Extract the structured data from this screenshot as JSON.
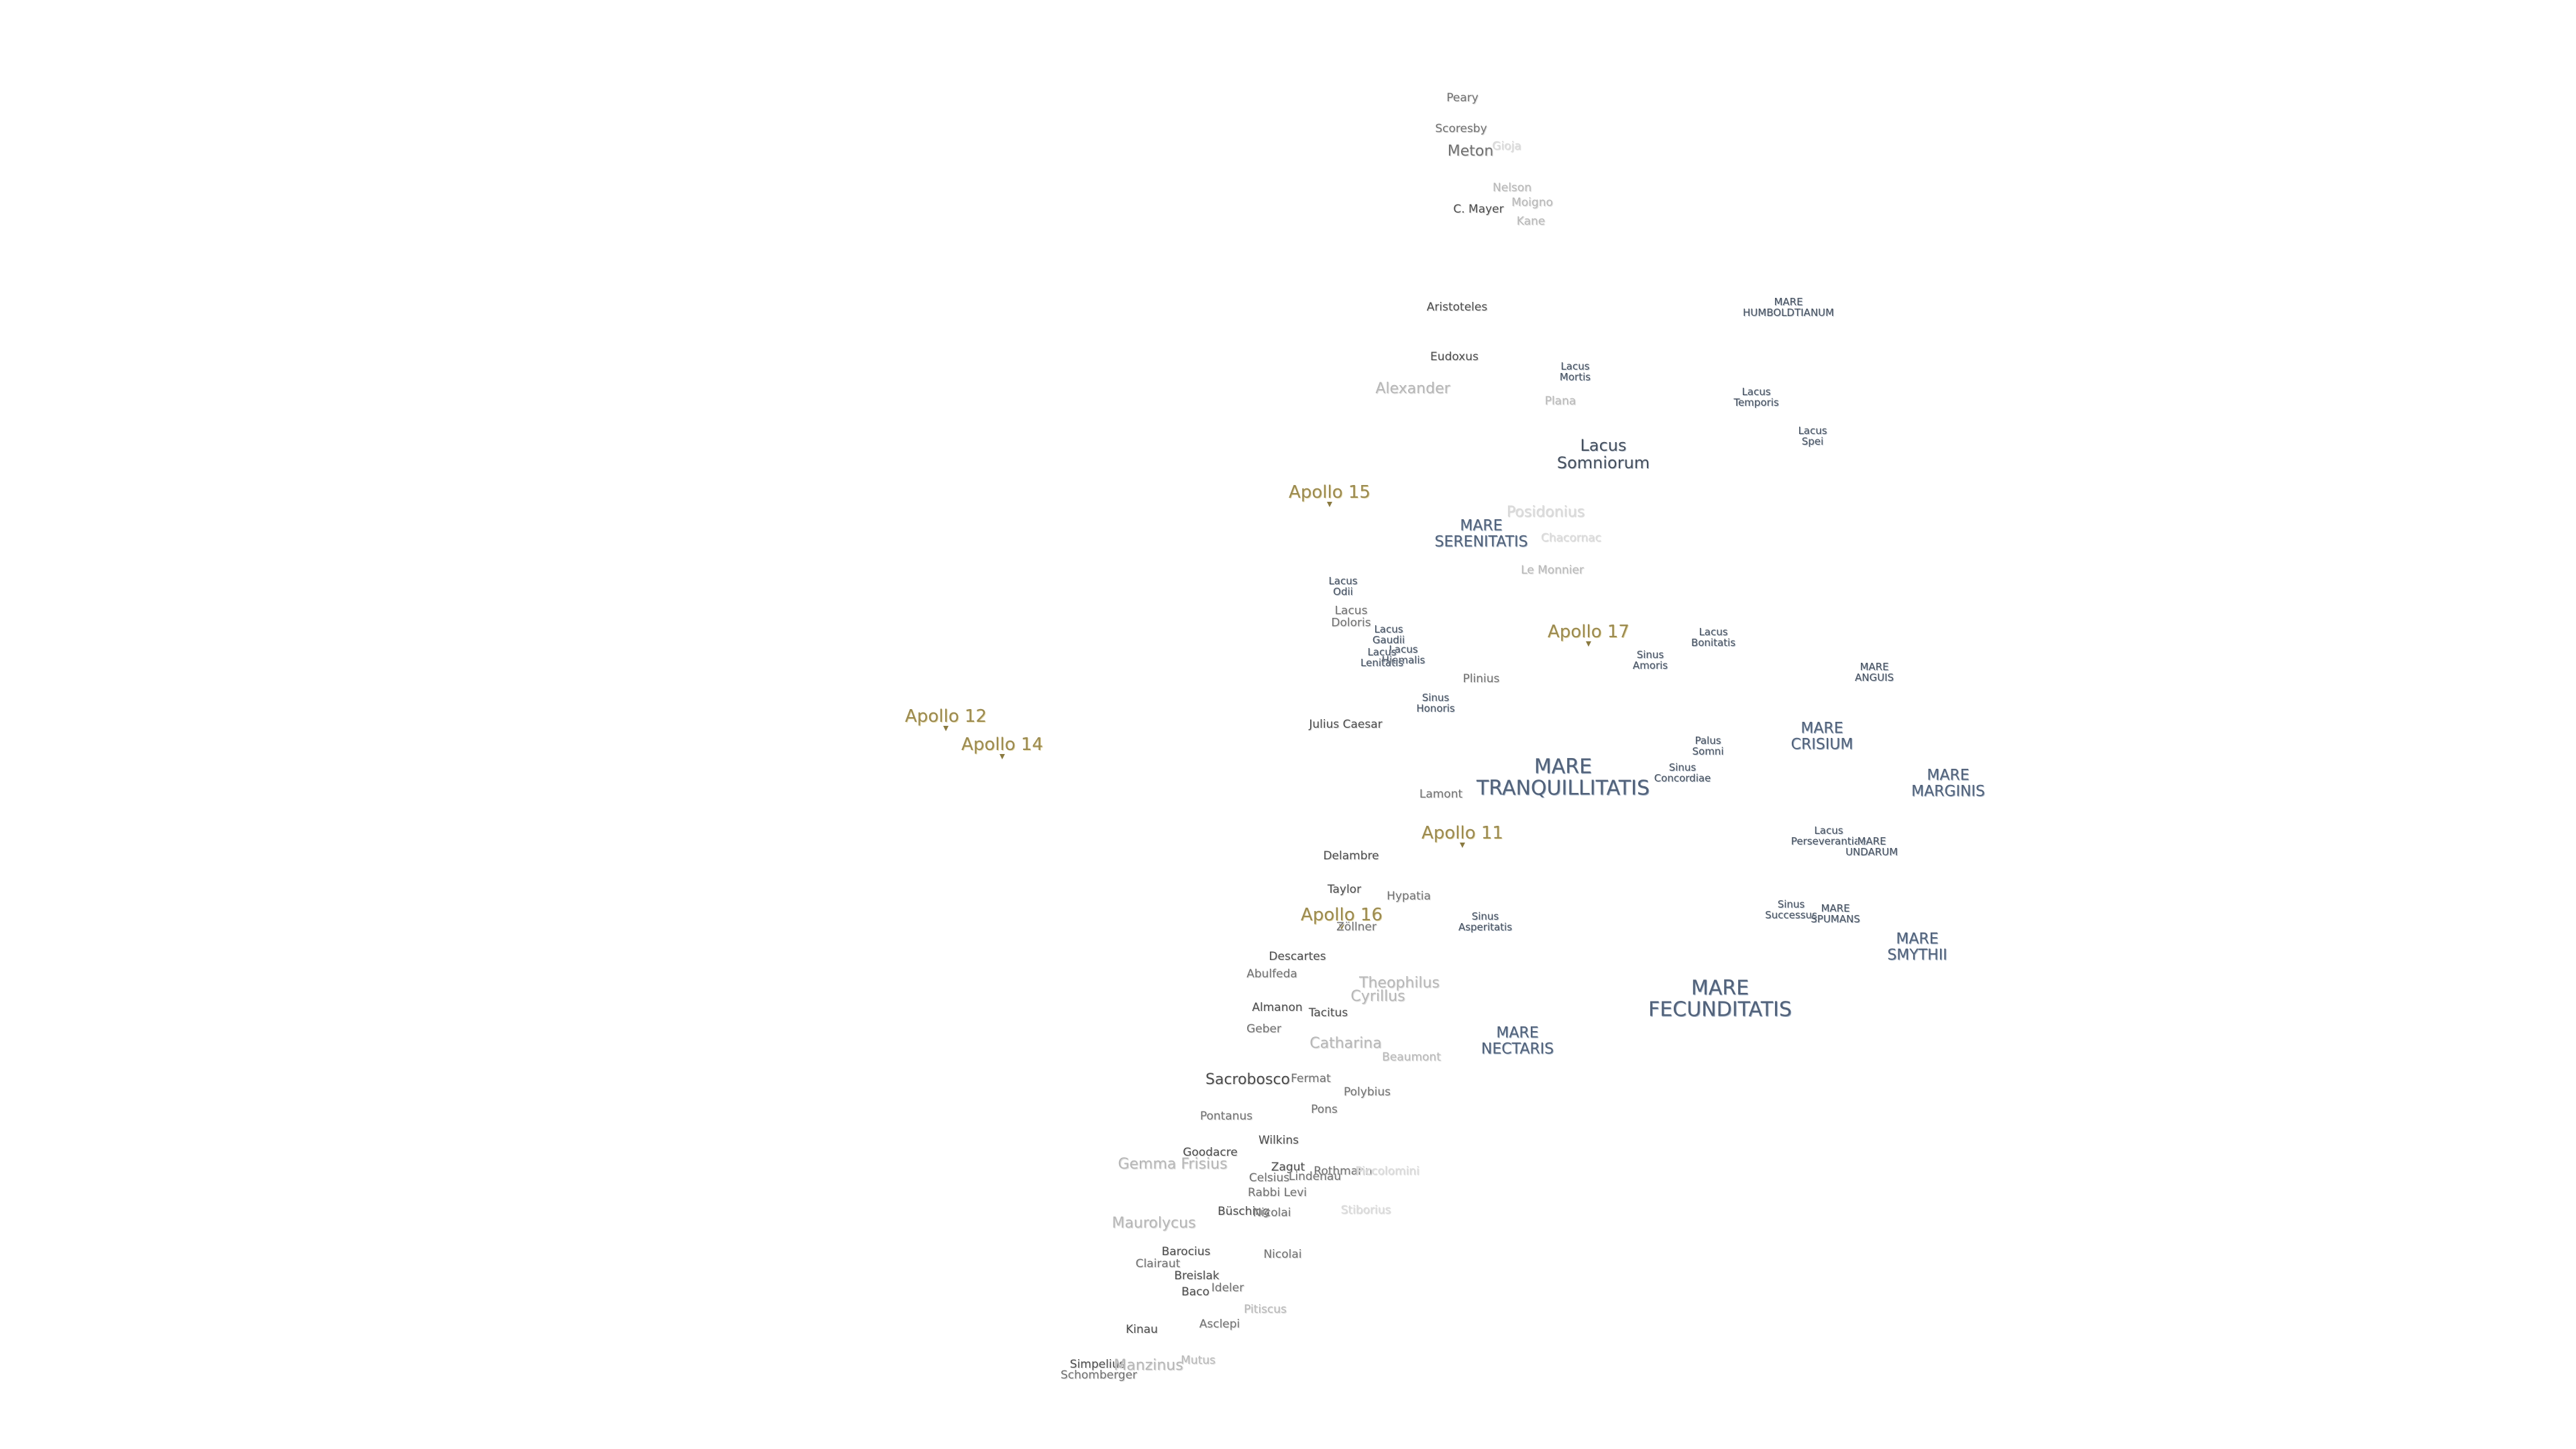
{
  "labels": [
    {
      "text": "Peary",
      "kind": "crater"
    },
    {
      "text": "Scoresby",
      "kind": "crater"
    },
    {
      "text": "Gioja",
      "kind": "crater-faint"
    },
    {
      "text": "Meton",
      "kind": "crater-big"
    },
    {
      "text": "Nelson",
      "kind": "crater-light"
    },
    {
      "text": "Moigno",
      "kind": "crater-light"
    },
    {
      "text": "C. Mayer",
      "kind": "crater-dark"
    },
    {
      "text": "Kane",
      "kind": "crater-light"
    },
    {
      "text": "Aristoteles",
      "kind": "crater-dark"
    },
    {
      "text": "MARE\nHUMBOLDTIANUM",
      "kind": "lake"
    },
    {
      "text": "Eudoxus",
      "kind": "crater-dark"
    },
    {
      "text": "Lacus\nMortis",
      "kind": "lake"
    },
    {
      "text": "Alexander",
      "kind": "crater-light-big"
    },
    {
      "text": "Plana",
      "kind": "crater-light"
    },
    {
      "text": "Lacus\nTemporis",
      "kind": "lake"
    },
    {
      "text": "Lacus\nSpei",
      "kind": "lake"
    },
    {
      "text": "Lacus\nSomniorum",
      "kind": "lake-big"
    },
    {
      "text": "Apollo 15",
      "kind": "apollo"
    },
    {
      "text": "Posidonius",
      "kind": "crater-faint-big"
    },
    {
      "text": "MARE\nSERENITATIS",
      "kind": "mare"
    },
    {
      "text": "Chacornac",
      "kind": "crater-faint"
    },
    {
      "text": "Le Monnier",
      "kind": "crater-light"
    },
    {
      "text": "Lacus\nOdii",
      "kind": "lake-light"
    },
    {
      "text": "Lacus\nDoloris",
      "kind": "crater"
    },
    {
      "text": "Lacus\nGaudii",
      "kind": "lake"
    },
    {
      "text": "Lacus\nHiemalis",
      "kind": "lake"
    },
    {
      "text": "Lacus\nLenitatis",
      "kind": "lake"
    },
    {
      "text": "Apollo 17",
      "kind": "apollo"
    },
    {
      "text": "Lacus\nBonitatis",
      "kind": "lake"
    },
    {
      "text": "Sinus\nAmoris",
      "kind": "lake"
    },
    {
      "text": "MARE\nANGUIS",
      "kind": "lake"
    },
    {
      "text": "Plinius",
      "kind": "crater"
    },
    {
      "text": "Sinus\nHonoris",
      "kind": "lake"
    },
    {
      "text": "Apollo 12",
      "kind": "apollo"
    },
    {
      "text": "Apollo 14",
      "kind": "apollo"
    },
    {
      "text": "Julius Caesar",
      "kind": "crater-dark"
    },
    {
      "text": "Palus\nSomni",
      "kind": "lake"
    },
    {
      "text": "MARE\nCRISIUM",
      "kind": "mare"
    },
    {
      "text": "MARE\nTRANQUILLITATIS",
      "kind": "mare-big"
    },
    {
      "text": "Sinus\nConcordiae",
      "kind": "lake"
    },
    {
      "text": "MARE\nMARGINIS",
      "kind": "mare"
    },
    {
      "text": "Lamont",
      "kind": "crater"
    },
    {
      "text": "Apollo 11",
      "kind": "apollo"
    },
    {
      "text": "Lacus\nPerseverantiae",
      "kind": "lake"
    },
    {
      "text": "MARE\nUNDARUM",
      "kind": "lake"
    },
    {
      "text": "Delambre",
      "kind": "crater-dark"
    },
    {
      "text": "Taylor",
      "kind": "crater-dark"
    },
    {
      "text": "Hypatia",
      "kind": "crater"
    },
    {
      "text": "Apollo 16",
      "kind": "apollo"
    },
    {
      "text": "Zöllner",
      "kind": "crater"
    },
    {
      "text": "Sinus\nAsperitatis",
      "kind": "lake"
    },
    {
      "text": "Sinus\nSuccessus",
      "kind": "lake"
    },
    {
      "text": "MARE\nSPUMANS",
      "kind": "lake"
    },
    {
      "text": "MARE\nSMYTHII",
      "kind": "mare"
    },
    {
      "text": "Descartes",
      "kind": "crater-dark"
    },
    {
      "text": "Abulfeda",
      "kind": "crater"
    },
    {
      "text": "Theophilus",
      "kind": "crater-light-big"
    },
    {
      "text": "Cyrillus",
      "kind": "crater-light-big"
    },
    {
      "text": "MARE\nFECUNDITATIS",
      "kind": "mare-big"
    },
    {
      "text": "Almanon",
      "kind": "crater-dark"
    },
    {
      "text": "Tacitus",
      "kind": "crater-dark"
    },
    {
      "text": "Geber",
      "kind": "crater"
    },
    {
      "text": "Catharina",
      "kind": "crater-light-big"
    },
    {
      "text": "MARE\nNECTARIS",
      "kind": "mare"
    },
    {
      "text": "Beaumont",
      "kind": "crater-light"
    },
    {
      "text": "Sacrobosco",
      "kind": "crater-dark-big"
    },
    {
      "text": "Fermat",
      "kind": "crater"
    },
    {
      "text": "Polybius",
      "kind": "crater"
    },
    {
      "text": "Pons",
      "kind": "crater"
    },
    {
      "text": "Pontanus",
      "kind": "crater"
    },
    {
      "text": "Wilkins",
      "kind": "crater-dark"
    },
    {
      "text": "Goodacre",
      "kind": "crater-dark"
    },
    {
      "text": "Gemma Frisius",
      "kind": "crater-light-big"
    },
    {
      "text": "Zagut",
      "kind": "crater-dark"
    },
    {
      "text": "Rothmann",
      "kind": "crater"
    },
    {
      "text": "Celsius",
      "kind": "crater"
    },
    {
      "text": "Lindenau",
      "kind": "crater"
    },
    {
      "text": "Piccolomini",
      "kind": "crater-faint"
    },
    {
      "text": "Rabbi Levi",
      "kind": "crater"
    },
    {
      "text": "Büsching",
      "kind": "crater-dark"
    },
    {
      "text": "Nicolai",
      "kind": "crater"
    },
    {
      "text": "Stiborius",
      "kind": "crater-faint"
    },
    {
      "text": "Maurolycus",
      "kind": "crater-light-big"
    },
    {
      "text": "Nicolai",
      "kind": "crater"
    },
    {
      "text": "Barocius",
      "kind": "crater-dark"
    },
    {
      "text": "Clairaut",
      "kind": "crater"
    },
    {
      "text": "Breislak",
      "kind": "crater-dark"
    },
    {
      "text": "Baco",
      "kind": "crater-dark"
    },
    {
      "text": "Ideler",
      "kind": "crater"
    },
    {
      "text": "Pitiscus",
      "kind": "crater-light"
    },
    {
      "text": "Asclepi",
      "kind": "crater"
    },
    {
      "text": "Kinau",
      "kind": "crater-dark"
    },
    {
      "text": "Simpelius",
      "kind": "crater-dark"
    },
    {
      "text": "Manzinus",
      "kind": "crater-light-big"
    },
    {
      "text": "Mutus",
      "kind": "crater-light"
    },
    {
      "text": "Schomberger",
      "kind": "crater"
    }
  ]
}
